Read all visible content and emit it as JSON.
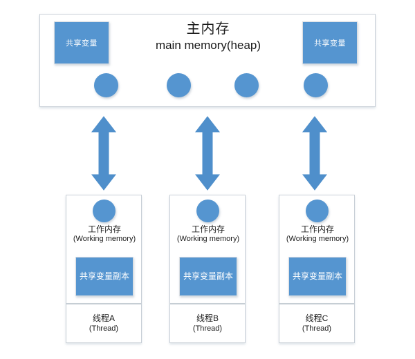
{
  "diagram": {
    "type": "java-memory-model",
    "colors": {
      "accent_blue": "#5595d0",
      "box_border": "#c8cfd6",
      "text": "#1a1a1a",
      "background": "#ffffff"
    },
    "main_memory": {
      "title_cn": "主内存",
      "title_en": "main memory(heap)",
      "shared_variables": [
        {
          "label": "共享变量"
        },
        {
          "label": "共享变量"
        }
      ],
      "circles": [
        {
          "name": "memory-cell-1"
        },
        {
          "name": "memory-cell-2"
        },
        {
          "name": "memory-cell-3"
        },
        {
          "name": "memory-cell-4"
        }
      ]
    },
    "connectors": [
      {
        "name": "double-arrow-thread-a",
        "direction": "bidirectional"
      },
      {
        "name": "double-arrow-thread-b",
        "direction": "bidirectional"
      },
      {
        "name": "double-arrow-thread-c",
        "direction": "bidirectional"
      }
    ],
    "threads": [
      {
        "working_memory_cn": "工作内存",
        "working_memory_en": "(Working memory)",
        "shared_variable_copy": "共享变量副本",
        "thread_name": "线程A",
        "thread_en": "(Thread)"
      },
      {
        "working_memory_cn": "工作内存",
        "working_memory_en": "(Working memory)",
        "shared_variable_copy": "共享变量副本",
        "thread_name": "线程B",
        "thread_en": "(Thread)"
      },
      {
        "working_memory_cn": "工作内存",
        "working_memory_en": "(Working memory)",
        "shared_variable_copy": "共享变量副本",
        "thread_name": "线程C",
        "thread_en": "(Thread)"
      }
    ]
  }
}
